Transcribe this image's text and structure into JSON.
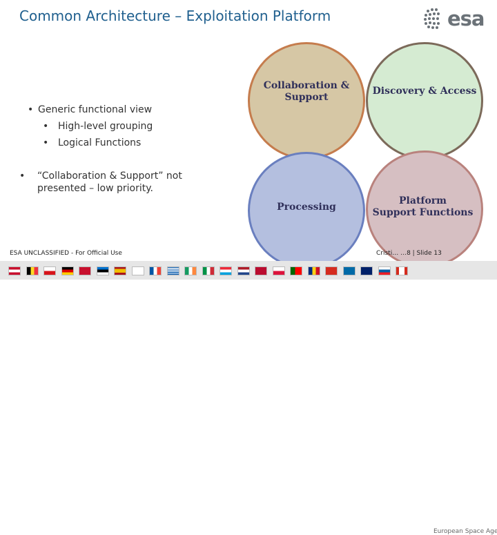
{
  "title": "Common Architecture – Exploitation Platform",
  "logo": {
    "text": "esa"
  },
  "bullets": [
    {
      "marker": "•",
      "text": "Generic functional view"
    },
    {
      "marker": "•",
      "text": "High-level grouping"
    },
    {
      "marker": "•",
      "text": "Logical Functions"
    },
    {
      "marker": "•",
      "line1": "“Collaboration & Support” not",
      "line2": "presented – low priority."
    }
  ],
  "circles": [
    {
      "label1": "Collaboration &",
      "label2": "Support",
      "fill": "#d6c7a5",
      "stroke": "#c57c4d"
    },
    {
      "label1": "Discovery & Access",
      "fill": "#d5ebd2",
      "stroke": "#7c6a5a"
    },
    {
      "label1": "Processing",
      "fill": "#b4bfdf",
      "stroke": "#6a7fbf"
    },
    {
      "label1": "Platform",
      "label2": "Support Functions",
      "fill": "#d6bfc2",
      "stroke": "#b9827d"
    }
  ],
  "footer": {
    "left": "ESA UNCLASSIFIED - For Official Use",
    "right": "Cristi…                               …8 | Slide  13"
  },
  "agency": "European Space Agency",
  "flags": [
    "at",
    "be",
    "cz",
    "de",
    "dk",
    "ee",
    "es",
    "fi",
    "fr",
    "gr",
    "ie",
    "it",
    "lu",
    "nl",
    "no",
    "pl",
    "pt",
    "ro",
    "ch",
    "se",
    "gb",
    "si",
    "ca"
  ]
}
